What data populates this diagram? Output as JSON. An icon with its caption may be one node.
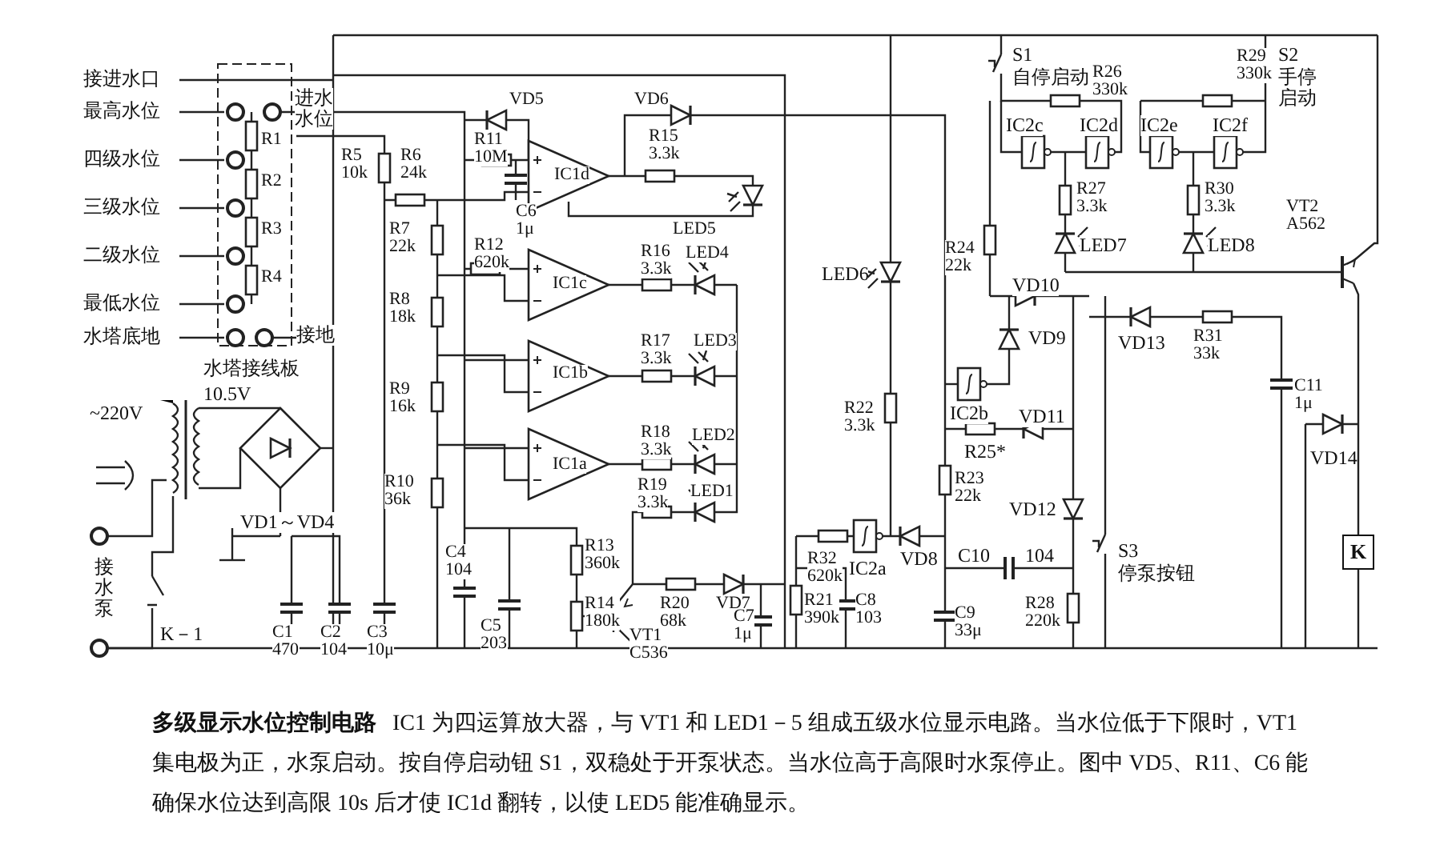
{
  "diagram": {
    "title": "多级显示水位控制电路",
    "caption": "IC1 为四运算放大器，与 VT1 和 LED1－5 组成五级水位显示电路。当水位低于下限时，VT1 集电极为正，水泵启动。按自停启动钮 S1，双稳处于开泵状态。当水位高于高限时水泵停止。图中 VD5、R11、C6 能确保水位达到高限 10s 后才使 IC1d 翻转，以使 LED5 能准确显示。",
    "nodes": [
      {
        "text": [
          "K"
        ]
      }
    ],
    "labels": [
      "接进水口",
      "最高水位",
      "进水水位",
      "R1",
      "四级水位",
      "R2",
      "三级水位",
      "R3",
      "二级水位",
      "R4",
      "最低水位",
      "水塔底地",
      "接地",
      "水塔接线板",
      "R5 10k",
      "R6 24k",
      "R7 22k",
      "R8 18k",
      "R9 16k",
      "R10 36k",
      "VD5",
      "R11 10M",
      "IC1d",
      "C6 1μ",
      "VD6",
      "R15 3.3k",
      "LED5",
      "R12 620k",
      "IC1c",
      "R16 3.3k",
      "LED4",
      "IC1b",
      "R17 3.3k",
      "LED3",
      "IC1a",
      "R18 3.3k",
      "LED2",
      "R19 3.3k",
      "LED1",
      "C4 104",
      "R13 360k",
      "C5 203",
      "R14 180k",
      "R20 68k",
      "VD7",
      "VT1 C536",
      "C7 1μ",
      "~220V",
      "10.5V",
      "VD1～VD4",
      "K－1",
      "接水泵",
      "C1 470",
      "C2 104",
      "C3 10μ",
      "S1",
      "自停启动",
      "R26 330k",
      "R29 330k",
      "S2",
      "手停启动",
      "IC2c",
      "IC2d",
      "IC2e",
      "IC2f",
      "R27 3.3k",
      "R30 3.3k",
      "VT2 A562",
      "LED6",
      "LED7",
      "LED8",
      "R24 22k",
      "VD10",
      "VD9",
      "VD13",
      "R31 33k",
      "C11 1μ",
      "IC2b",
      "VD11",
      "R22 3.3k",
      "R25*",
      "VD14",
      "R23 22k",
      "VD12",
      "R32 620k",
      "IC2a",
      "VD8",
      "S3",
      "停泵按钮",
      "C10",
      "104",
      "R21 390k",
      "C8 103",
      "C9 33μ",
      "R28 220k"
    ]
  }
}
